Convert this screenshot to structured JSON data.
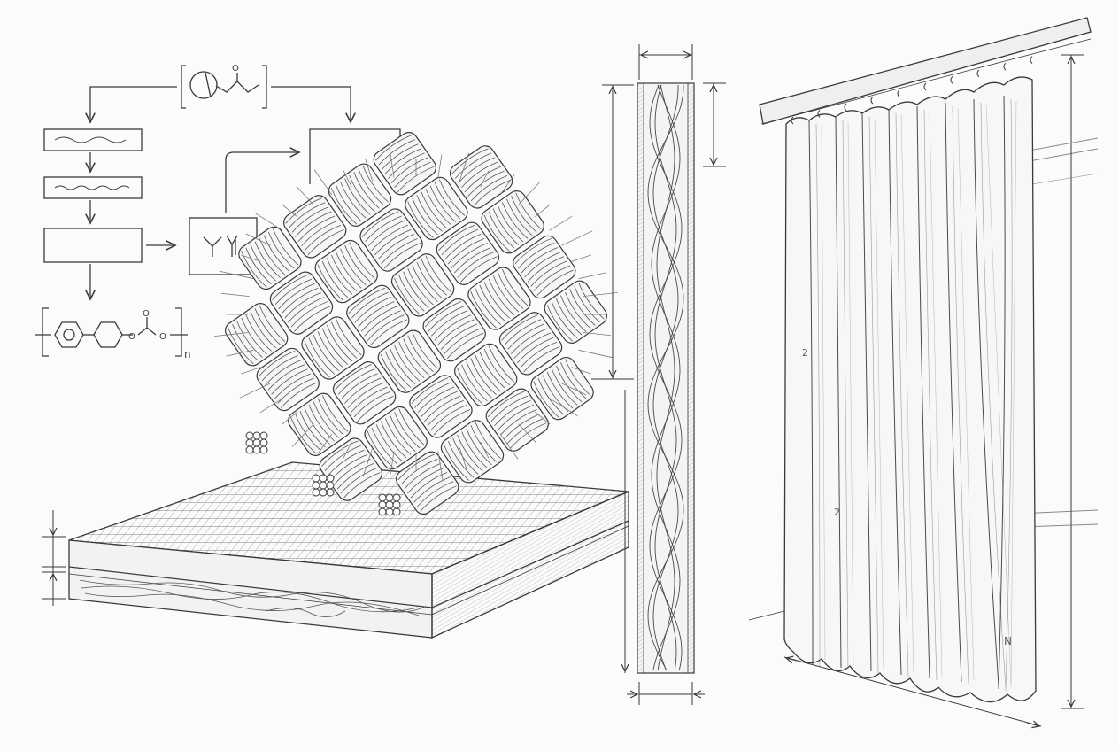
{
  "formula": {
    "repeat_label": "n",
    "carbonyl_oxygen_label": "O",
    "ester_oxygen_labels": [
      "O",
      "O",
      "O"
    ]
  },
  "dimension_note_marks": [
    "2",
    "2",
    "N"
  ],
  "colors": {
    "ink": "#3a3a3a",
    "paper": "#fbfbfa",
    "shade": "#9a9a9a"
  }
}
